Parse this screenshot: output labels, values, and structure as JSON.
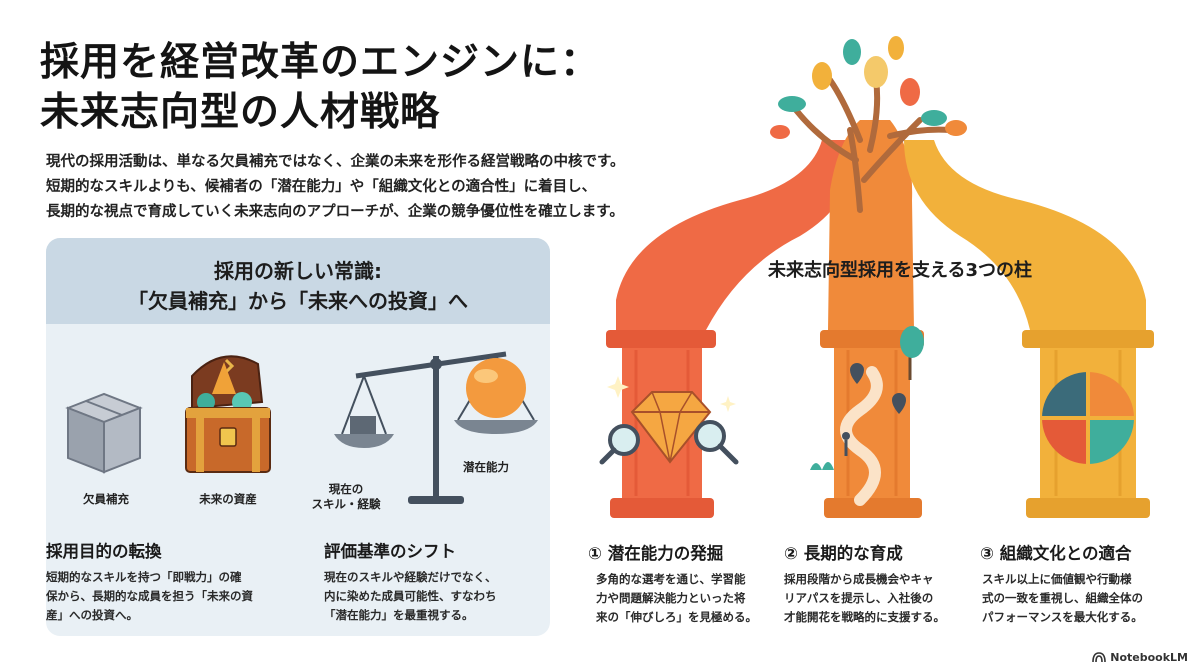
{
  "title": {
    "line1": "採用を経営改革のエンジンに：",
    "line2": "未来志向型の人材戦略"
  },
  "lead": {
    "line1": "現代の採用活動は、単なる欠員補充ではなく、企業の未来を形作る経営戦略の中核です。",
    "line2": "短期的なスキルよりも、候補者の「潜在能力」や「組織文化との適合性」に着目し、",
    "line3": "長期的な視点で育成していく未来志向のアプローチが、企業の競争優位性を確立します。"
  },
  "panel": {
    "title_line1": "採用の新しい常識:",
    "title_line2": "「欠員補充」から「未来への投資」へ",
    "labels": {
      "box": "欠員補充",
      "chest": "未来の資産",
      "current_line1": "現在の",
      "current_line2": "スキル・経験",
      "potential": "潜在能力"
    },
    "sections": [
      {
        "heading": "採用目的の転換",
        "body": [
          "短期的なスキルを持つ「即戦力」の確",
          "保から、長期的な成員を担う「未来の資",
          "産」への投資へ。"
        ]
      },
      {
        "heading": "評価基準のシフト",
        "body": [
          "現在のスキルや経験だけでなく、",
          "内に染めた成員可能性、すなわち",
          "「潜在能力」を最重視する。"
        ]
      }
    ]
  },
  "pillars": {
    "title": "未来志向型採用を支える3つの柱",
    "items": [
      {
        "heading": "① 潜在能力の発掘",
        "body": [
          "多角的な選考を通じ、学習能",
          "力や問題解決能力といった将",
          "来の「伸びしろ」を見極める。"
        ]
      },
      {
        "heading": "② 長期的な育成",
        "body": [
          "採用段階から成長機会やキャ",
          "リアパスを提示し、入社後の",
          "才能開花を戦略的に支援する。"
        ]
      },
      {
        "heading": "③ 組織文化との適合",
        "body": [
          "スキル以上に価値観や行動様",
          "式の一致を重視し、組織全体の",
          "パフォーマンスを最大化する。"
        ]
      }
    ]
  },
  "brand": {
    "label": "NotebookLM",
    "icon": "notebooklm-logo-icon"
  },
  "colors": {
    "pillar_left": "#ef6a45",
    "pillar_mid": "#f08a3a",
    "pillar_right": "#f2b13b",
    "panel_bg": "#e9f0f5",
    "panel_head": "#c9d8e4"
  }
}
